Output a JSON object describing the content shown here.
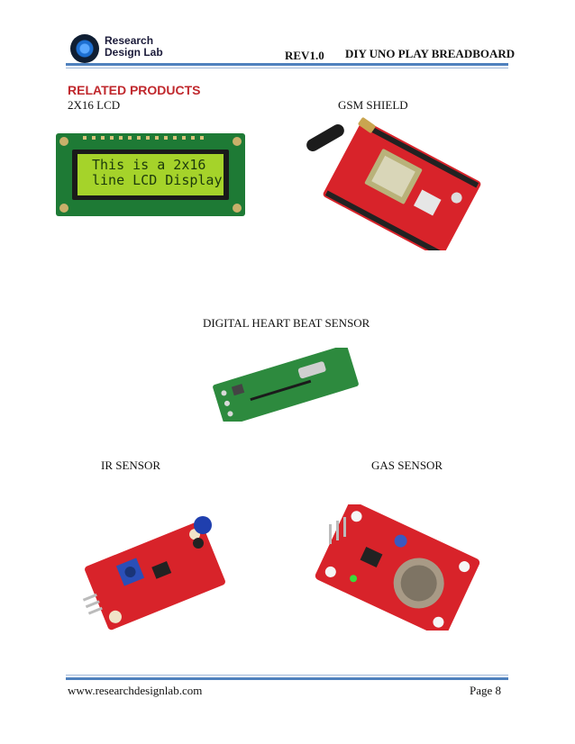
{
  "header": {
    "logo_line1": "Research",
    "logo_line2": "Design Lab",
    "revision": "REV1.0",
    "doc_title": "DIY UNO PLAY BREADBOARD"
  },
  "section_title": "RELATED PRODUCTS",
  "products": [
    {
      "label": "2X16 LCD",
      "lcd_line1": "This is a 2x16",
      "lcd_line2": "line LCD Display"
    },
    {
      "label": "GSM SHIELD"
    },
    {
      "label": "DIGITAL HEART BEAT SENSOR"
    },
    {
      "label": "IR SENSOR"
    },
    {
      "label": "GAS SENSOR"
    }
  ],
  "footer": {
    "website": "www.researchdesignlab.com",
    "page": "Page 8"
  }
}
